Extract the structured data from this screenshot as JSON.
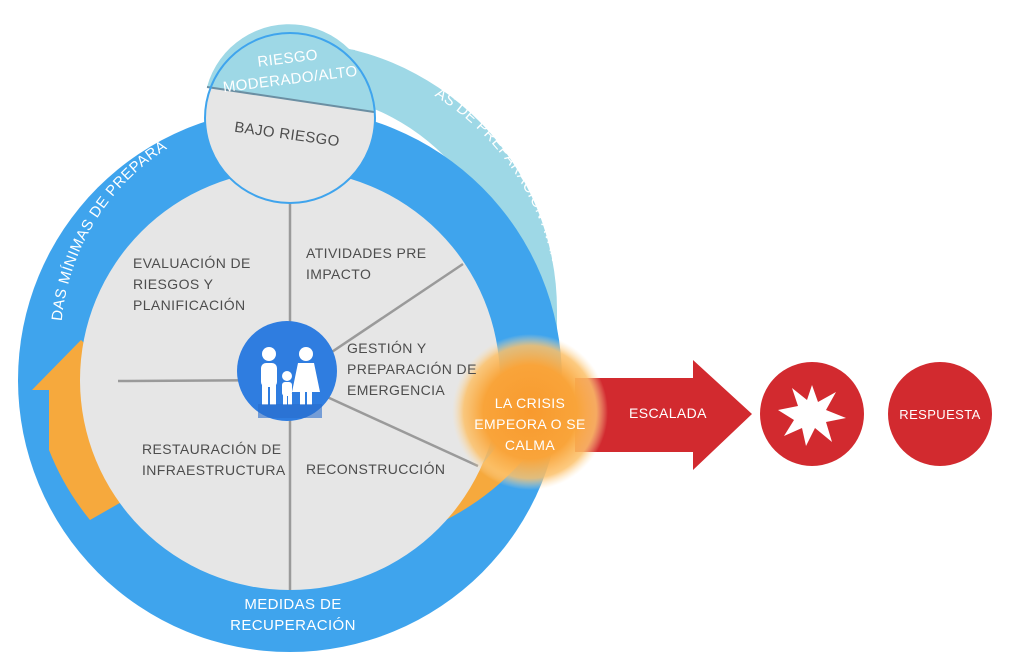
{
  "diagram": {
    "risk_circle": {
      "top_label": [
        "RIESGO",
        "MODERADO/ALTO"
      ],
      "bottom_label": "BAJO RIESGO"
    },
    "rings": {
      "minimal_preparedness": "MEDIDAS MÍNIMAS DE PREPARACIÓN",
      "advanced_preparedness": "MEDIDAS DE PREPARACIÓN AVANZADAS",
      "recovery": [
        "MEDIDAS DE",
        "RECUPERACIÓN"
      ]
    },
    "segments": {
      "risk_assessment": [
        "EVALUACIÓN DE",
        "RIESGOS Y",
        "PLANIFICACIÓN"
      ],
      "pre_impact": [
        "ATIVIDADES PRE",
        "IMPACTO"
      ],
      "emergency_management": [
        "GESTIÓN Y",
        "PREPARACIÓN DE",
        "EMERGENCIA"
      ],
      "infrastructure_restoration": [
        "RESTAURACIÓN DE",
        "INFRAESTRUCTURA"
      ],
      "reconstruction": "RECONSTRUCCIÓN"
    },
    "crisis_node": [
      "LA CRISIS",
      "EMPEORA O  SE",
      "CALMA"
    ],
    "escalation_arrow": "ESCALADA",
    "response_circle": "RESPUESTA",
    "icons": {
      "center": "family-icon",
      "explosion": "explosion-icon"
    },
    "colors": {
      "minimal_ring": "#3fa4ed",
      "advanced_ring": "#9ed8e6",
      "recovery_ring": "#f6a93d",
      "inner_disc": "#e6e6e6",
      "crisis_glow": "#f9a43a",
      "escalation": "#d22a2f",
      "family_badge": "#2f7de0"
    }
  }
}
